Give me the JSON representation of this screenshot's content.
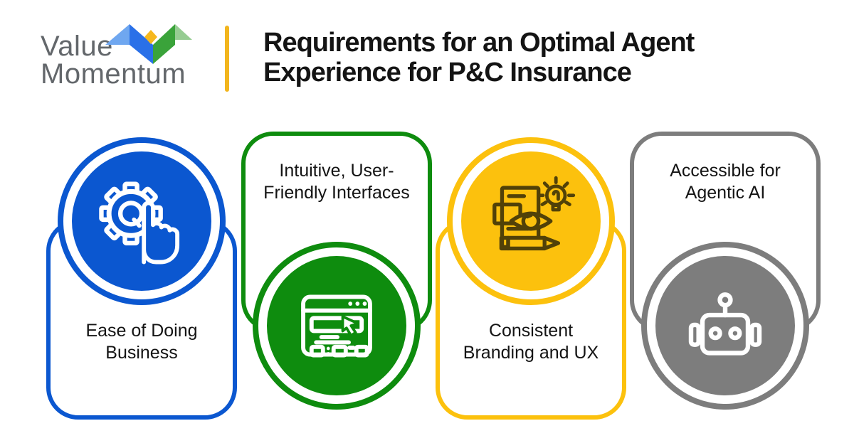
{
  "header": {
    "logo": {
      "line1": "Value",
      "line2": "Momentum",
      "text_color": "#63676b",
      "mark_colors": {
        "light_blue": "#6fa7f0",
        "blue": "#2a70e8",
        "green": "#3aa33a",
        "light_green": "#96cc92",
        "yellow": "#f6b81d"
      }
    },
    "divider_color": "#f2b51e",
    "title_line1": "Requirements for an Optimal Agent",
    "title_line2": "Experience for P&C Insurance",
    "title_color": "#141414"
  },
  "cards": [
    {
      "label": "Ease of Doing Business",
      "color": "#0b57d0",
      "icon": "gear-hand-icon",
      "icon_color": "#ffffff",
      "circle_position": "top"
    },
    {
      "label": "Intuitive, User-Friendly Interfaces",
      "color": "#0e8c0e",
      "icon": "browser-cursor-icon",
      "icon_color": "#ffffff",
      "circle_position": "bottom"
    },
    {
      "label": "Consistent Branding and UX",
      "color": "#fcc10d",
      "icon": "document-eye-lightbulb-icon",
      "icon_color": "#514108",
      "circle_position": "top"
    },
    {
      "label": "Accessible for Agentic AI",
      "color": "#7d7d7d",
      "icon": "robot-icon",
      "icon_color": "#ffffff",
      "circle_position": "bottom"
    }
  ]
}
